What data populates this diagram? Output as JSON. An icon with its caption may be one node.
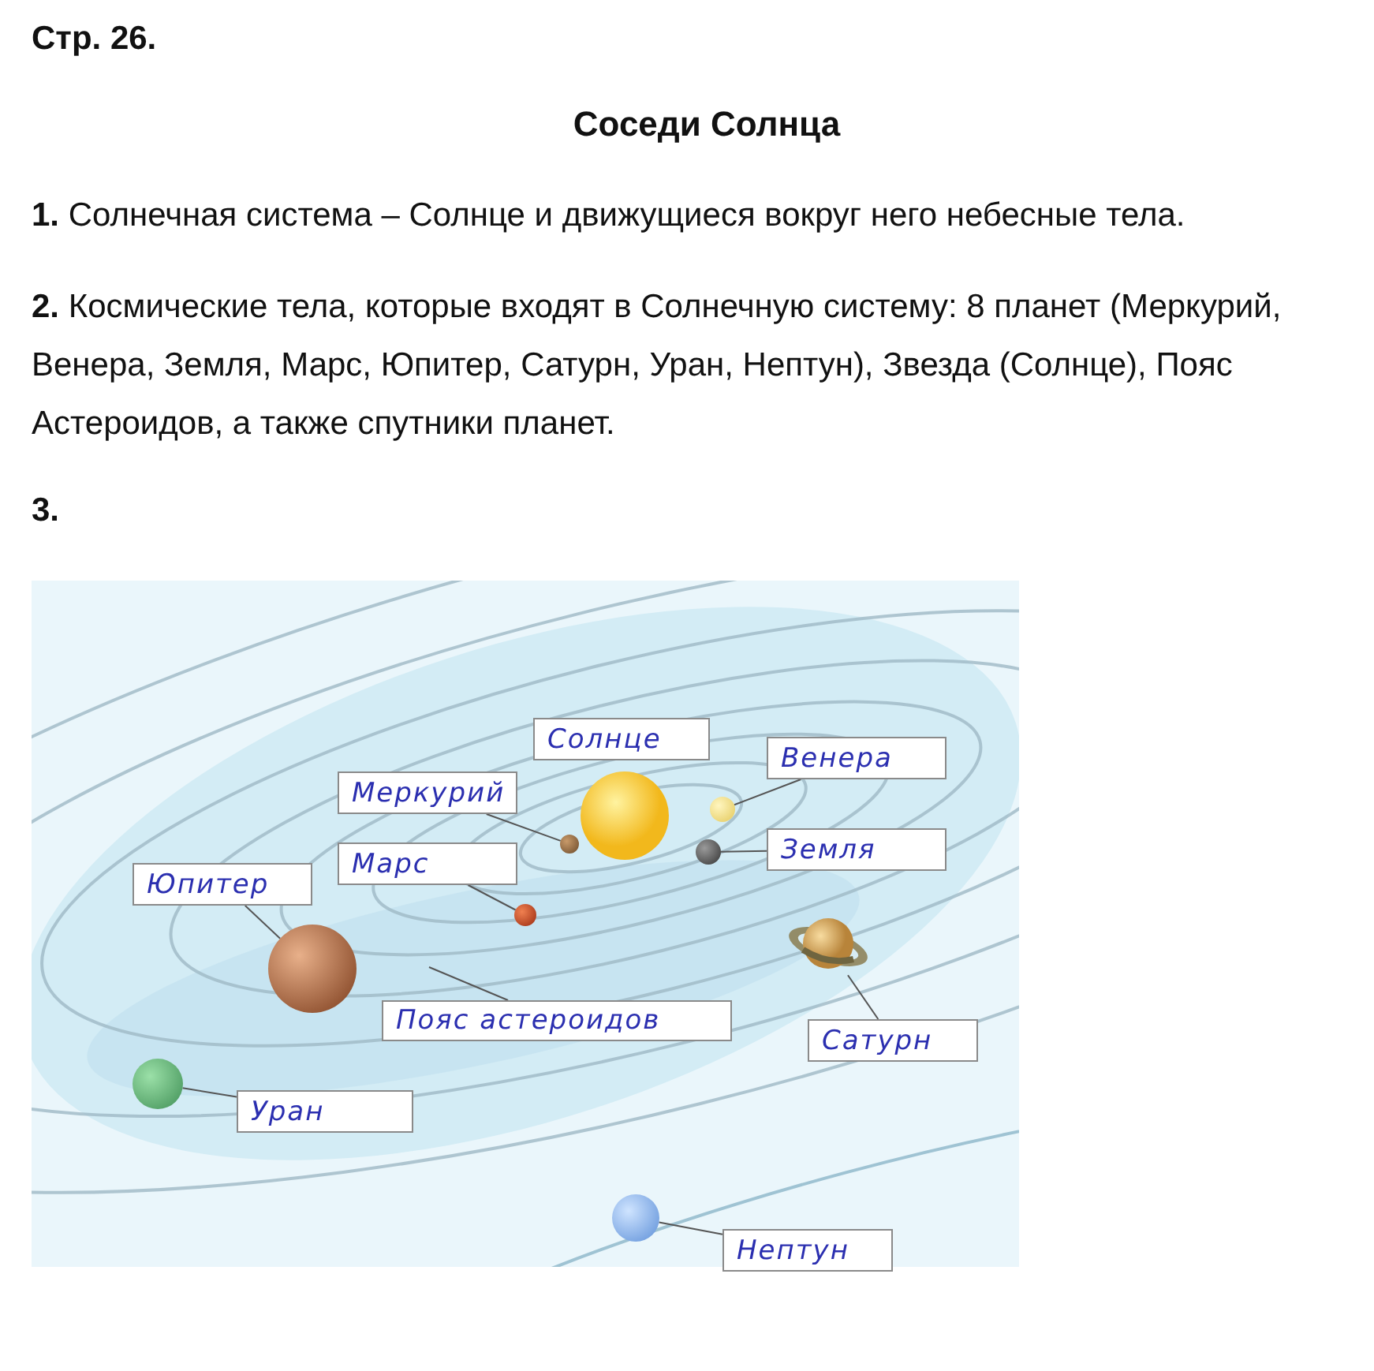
{
  "diagram": {
    "title": "Соседи Солнца",
    "nodes": [
      {
        "text": [
          "Солнце"
        ]
      },
      {
        "text": [
          "Меркурий"
        ]
      },
      {
        "text": [
          "Венера"
        ]
      },
      {
        "text": [
          "Земля"
        ]
      },
      {
        "text": [
          "Юпитер"
        ]
      },
      {
        "text": [
          "Марс"
        ]
      },
      {
        "text": [
          "Пояс астероидов"
        ]
      },
      {
        "text": [
          "Сатурн"
        ]
      },
      {
        "text": [
          "Уран"
        ]
      },
      {
        "text": [
          "Нептун"
        ]
      },
      {
        "text": [],
        "shape": "picture"
      },
      {
        "text": [],
        "shape": "picture"
      },
      {
        "text": [],
        "shape": "picture"
      },
      {
        "text": [],
        "shape": "picture"
      },
      {
        "text": [],
        "shape": "picture"
      },
      {
        "text": [],
        "shape": "picture"
      },
      {
        "text": [],
        "shape": "picture"
      },
      {
        "text": [],
        "shape": "picture"
      }
    ],
    "edges": [
      {
        "from": 1,
        "to": 10,
        "arrow": "none"
      },
      {
        "from": 2,
        "to": 11,
        "arrow": "none"
      },
      {
        "from": 3,
        "to": 12,
        "arrow": "none"
      },
      {
        "from": 5,
        "to": 13,
        "arrow": "none"
      },
      {
        "from": 4,
        "to": 14,
        "arrow": "none"
      },
      {
        "from": 6,
        "to": null,
        "arrow": "none"
      },
      {
        "from": 7,
        "to": 15,
        "arrow": "none"
      },
      {
        "from": 8,
        "to": 16,
        "arrow": "none"
      },
      {
        "from": 9,
        "to": 17,
        "arrow": "none"
      }
    ],
    "labels": [
      "Стр. 26.",
      "**1.** Солнечная система – Солнце и движущиеся вокруг него небесные тела.",
      "**2.** Космические тела, которые входят в Солнечную систему: 8 планет (Меркурий, Венера, Земля, Марс, Юпитер, Сатурн, Уран, Нептун), Звезда (Солнце), Пояс Астероидов, а также спутники планет.",
      "3."
    ]
  }
}
